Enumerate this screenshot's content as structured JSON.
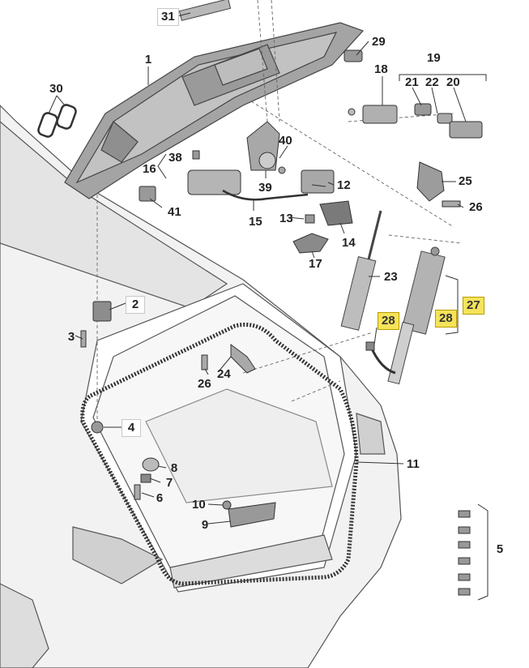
{
  "diagram": {
    "callouts": {
      "c1": "1",
      "c2": "2",
      "c3": "3",
      "c4": "4",
      "c5": "5",
      "c6": "6",
      "c7": "7",
      "c8": "8",
      "c9": "9",
      "c10": "10",
      "c11": "11",
      "c12": "12",
      "c13": "13",
      "c14": "14",
      "c15": "15",
      "c16": "16",
      "c17": "17",
      "c18": "18",
      "c19": "19",
      "c20": "20",
      "c21": "21",
      "c22": "22",
      "c23": "23",
      "c24": "24",
      "c25": "25",
      "c26a": "26",
      "c26b": "26",
      "c27": "27",
      "c28a": "28",
      "c28b": "28",
      "c29": "29",
      "c30": "30",
      "c31": "31",
      "c38": "38",
      "c39": "39",
      "c40": "40",
      "c41": "41"
    },
    "colors": {
      "line": "#4a4a4a",
      "fill": "#e6e6e6",
      "part": "#a9a9a9",
      "highlight": "#f5e35a"
    }
  }
}
